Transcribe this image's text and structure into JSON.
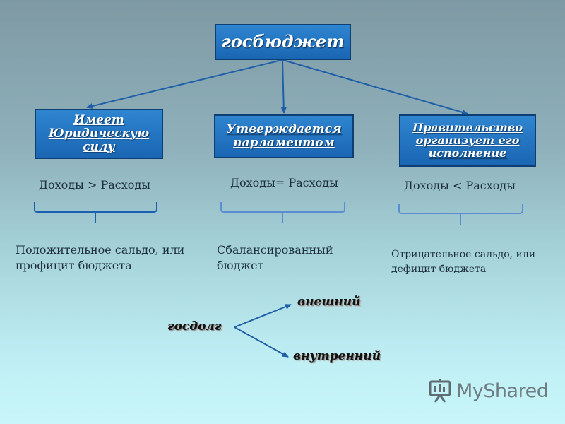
{
  "diagram": {
    "root": "госбюджет",
    "branches": [
      {
        "title": "Имеет Юридическую силу",
        "condition": "Доходы > Расходы",
        "result": "Положительное сальдо, или профицит бюджета"
      },
      {
        "title": "Утверждается парламентом",
        "condition": "Доходы= Расходы",
        "result": "Сбалансированный бюджет"
      },
      {
        "title": "Правительство организует его исполнение",
        "condition": "Доходы < Расходы",
        "result": "Отрицательное сальдо, или дефицит бюджета"
      }
    ],
    "debt": {
      "label": "госдолг",
      "external": "внешний",
      "internal": "внутренний"
    }
  },
  "colors": {
    "box_fill": "#1f6fbf",
    "arrow": "#1f5fa8",
    "brace_left": "#1a5fb0",
    "brace_other": "#5b8ed0"
  },
  "watermark": {
    "text": "MyShared",
    "icon": "presentation-board-icon"
  }
}
